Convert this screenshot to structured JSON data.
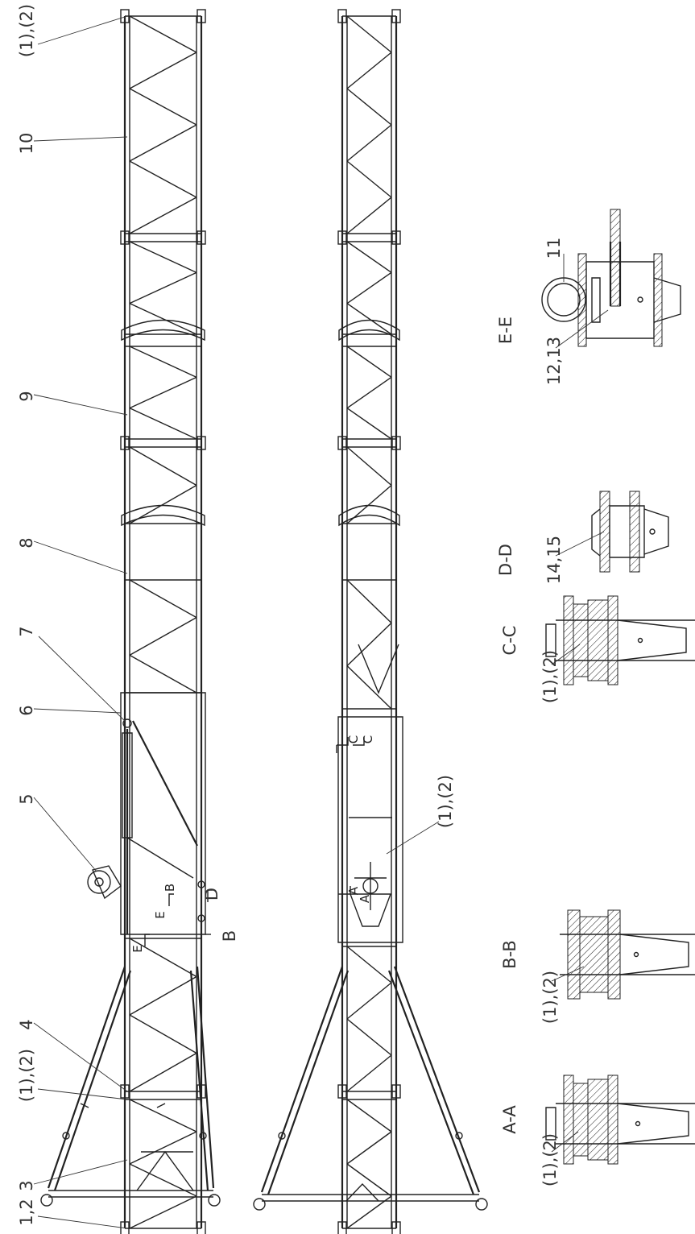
{
  "labels": {
    "l_1_2_top": "(1),(2)",
    "l_10": "10",
    "l_9": "9",
    "l_8": "8",
    "l_7": "7",
    "l_6": "6",
    "l_5": "5",
    "l_4": "4",
    "l_1_2_mid": "(1),(2)",
    "l_3": "3",
    "l_1_2_bottom": "1,2",
    "l_1_2_right": "(1),(2)",
    "ee_title": "E-E",
    "ee_11": "11",
    "ee_12_13": "12,13",
    "dd_title": "D-D",
    "dd_14_15": "14,15",
    "cc_title": "C-C",
    "cc_1_2": "(1),(2)",
    "bb_title": "B-B",
    "bb_1_2": "(1),(2)",
    "aa_title": "A-A",
    "aa_1_2": "(1),(2)"
  },
  "section_marks": {
    "a": "A",
    "b": "B",
    "c": "C",
    "d": "D",
    "e": "E"
  },
  "colors": {
    "line": "#222222",
    "background": "#ffffff"
  }
}
